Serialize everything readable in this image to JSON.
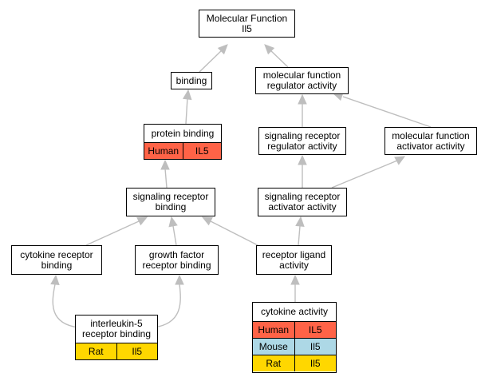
{
  "colors": {
    "human": "#FF6347",
    "mouse": "#ADD8E6",
    "rat": "#FFD700",
    "edge": "#BEBEBE"
  },
  "nodes": {
    "root": {
      "label": "Molecular Function\nIl5"
    },
    "binding": {
      "label": "binding"
    },
    "mfreg": {
      "label": "molecular function\nregulator activity"
    },
    "protbind": {
      "label": "protein binding",
      "rows": [
        {
          "species": "Human",
          "gene": "IL5"
        }
      ]
    },
    "sigregact": {
      "label": "signaling receptor\nregulator activity"
    },
    "mfact": {
      "label": "molecular function\nactivator activity"
    },
    "sigrecbind": {
      "label": "signaling receptor\nbinding"
    },
    "sigactact": {
      "label": "signaling receptor\nactivator activity"
    },
    "cytrec": {
      "label": "cytokine receptor\nbinding"
    },
    "gfrec": {
      "label": "growth factor\nreceptor binding"
    },
    "recligand": {
      "label": "receptor ligand\nactivity"
    },
    "il5rec": {
      "label": "interleukin-5\nreceptor binding",
      "rows": [
        {
          "species": "Rat",
          "gene": "Il5"
        }
      ]
    },
    "cytact": {
      "label": "cytokine activity",
      "rows": [
        {
          "species": "Human",
          "gene": "IL5"
        },
        {
          "species": "Mouse",
          "gene": "Il5"
        },
        {
          "species": "Rat",
          "gene": "Il5"
        }
      ]
    }
  }
}
